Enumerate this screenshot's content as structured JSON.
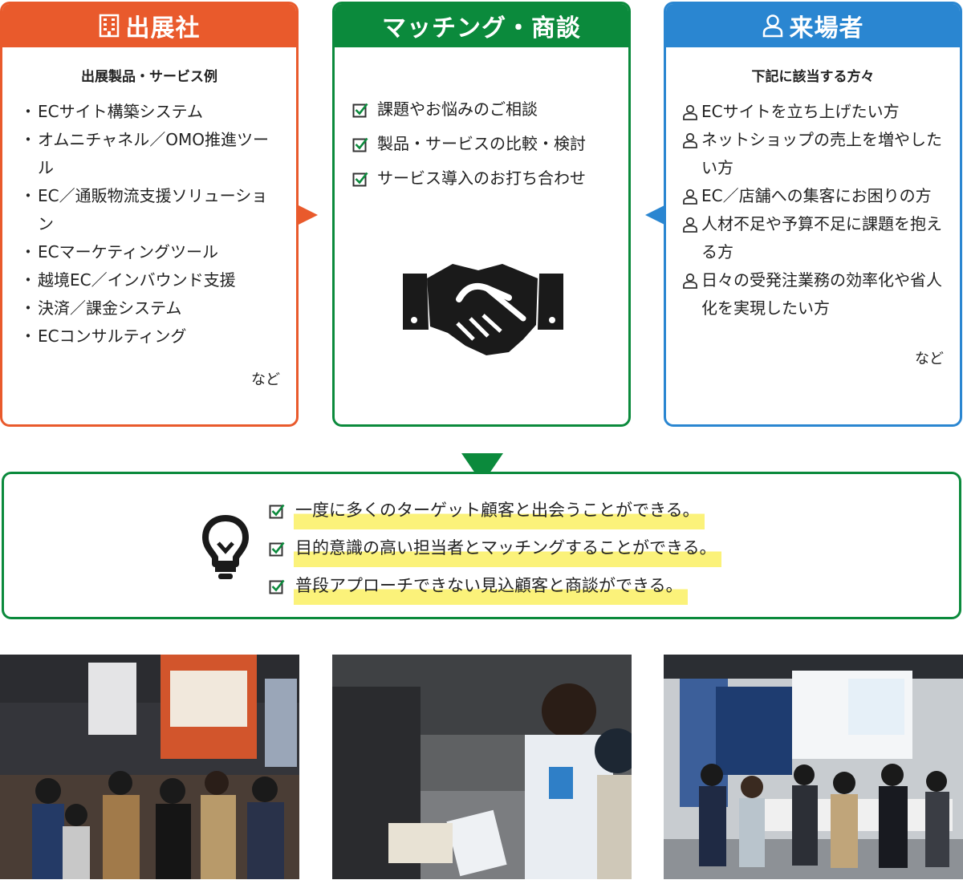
{
  "exhibitor": {
    "title": "出展社",
    "subtitle": "出展製品・サービス例",
    "items": [
      "ECサイト構築システム",
      "オムニチャネル／OMO推進ツール",
      "EC／通販物流支援ソリューション",
      "ECマーケティングツール",
      "越境EC／インバウンド支援",
      "決済／課金システム",
      "ECコンサルティング"
    ],
    "etc": "など"
  },
  "matching": {
    "title": "マッチング・商談",
    "items": [
      "課題やお悩みのご相談",
      "製品・サービスの比較・検討",
      "サービス導入のお打ち合わせ"
    ]
  },
  "visitor": {
    "title": "来場者",
    "subtitle": "下記に該当する方々",
    "items": [
      "ECサイトを立ち上げたい方",
      "ネットショップの売上を増やしたい方",
      "EC／店舗への集客にお困りの方",
      "人材不足や予算不足に課題を抱える方",
      "日々の受発注業務の効率化や省人化を実現したい方"
    ],
    "etc": "など"
  },
  "results": {
    "items": [
      "一度に多くのターゲット顧客と出会うことができる。",
      "目的意識の高い担当者とマッチングすることができる。",
      "普段アプローチできない見込顧客と商談ができる。"
    ]
  },
  "colors": {
    "exhibitor": "#e95a2c",
    "matching": "#0b8a3c",
    "visitor": "#2a86d1",
    "highlight": "#fbf27a"
  }
}
